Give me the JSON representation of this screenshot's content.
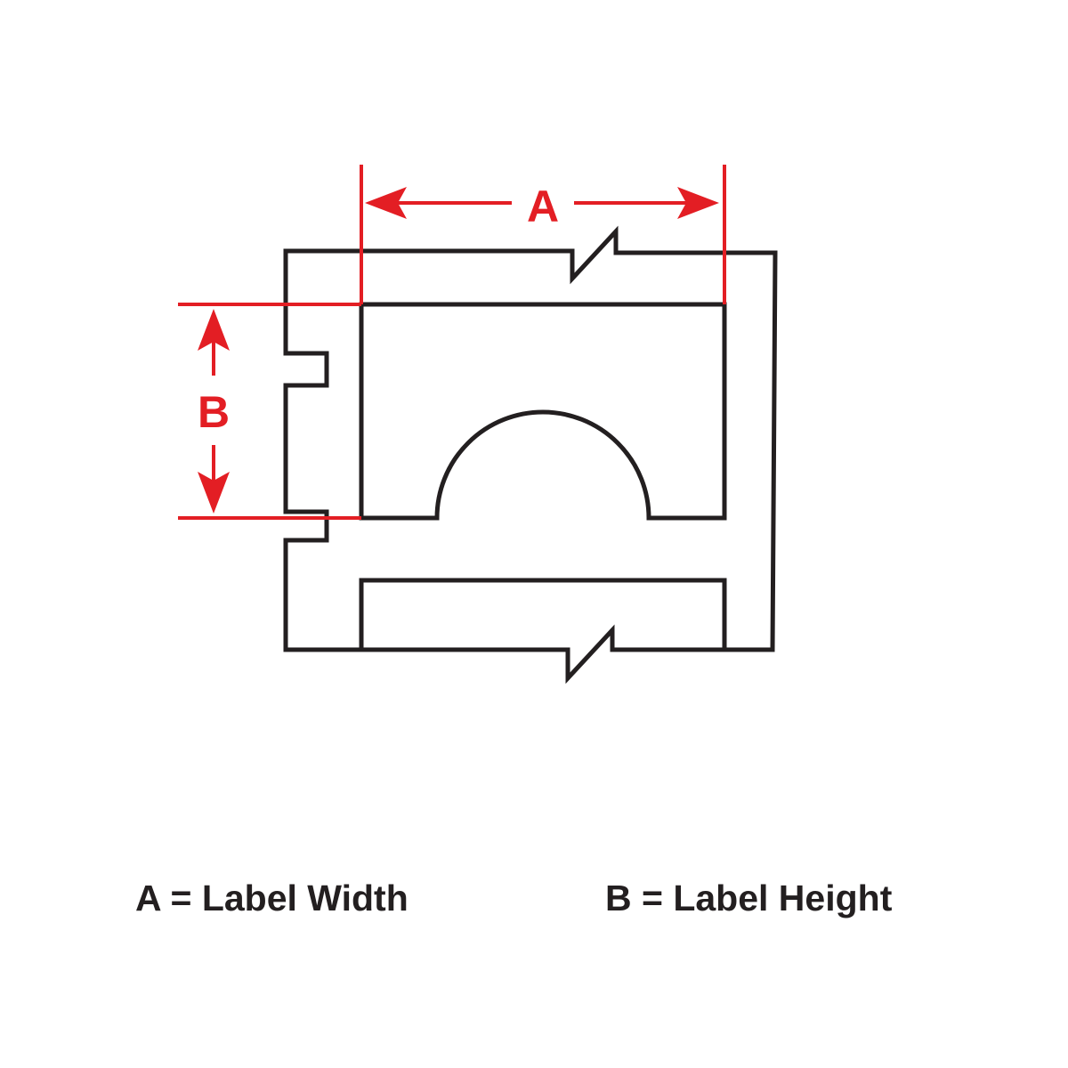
{
  "diagram": {
    "dimension_a_letter": "A",
    "dimension_b_letter": "B",
    "colors": {
      "outline": "#231f20",
      "dimension": "#e31e24"
    }
  },
  "legend": {
    "a": "A = Label Width",
    "b": "B = Label Height"
  }
}
